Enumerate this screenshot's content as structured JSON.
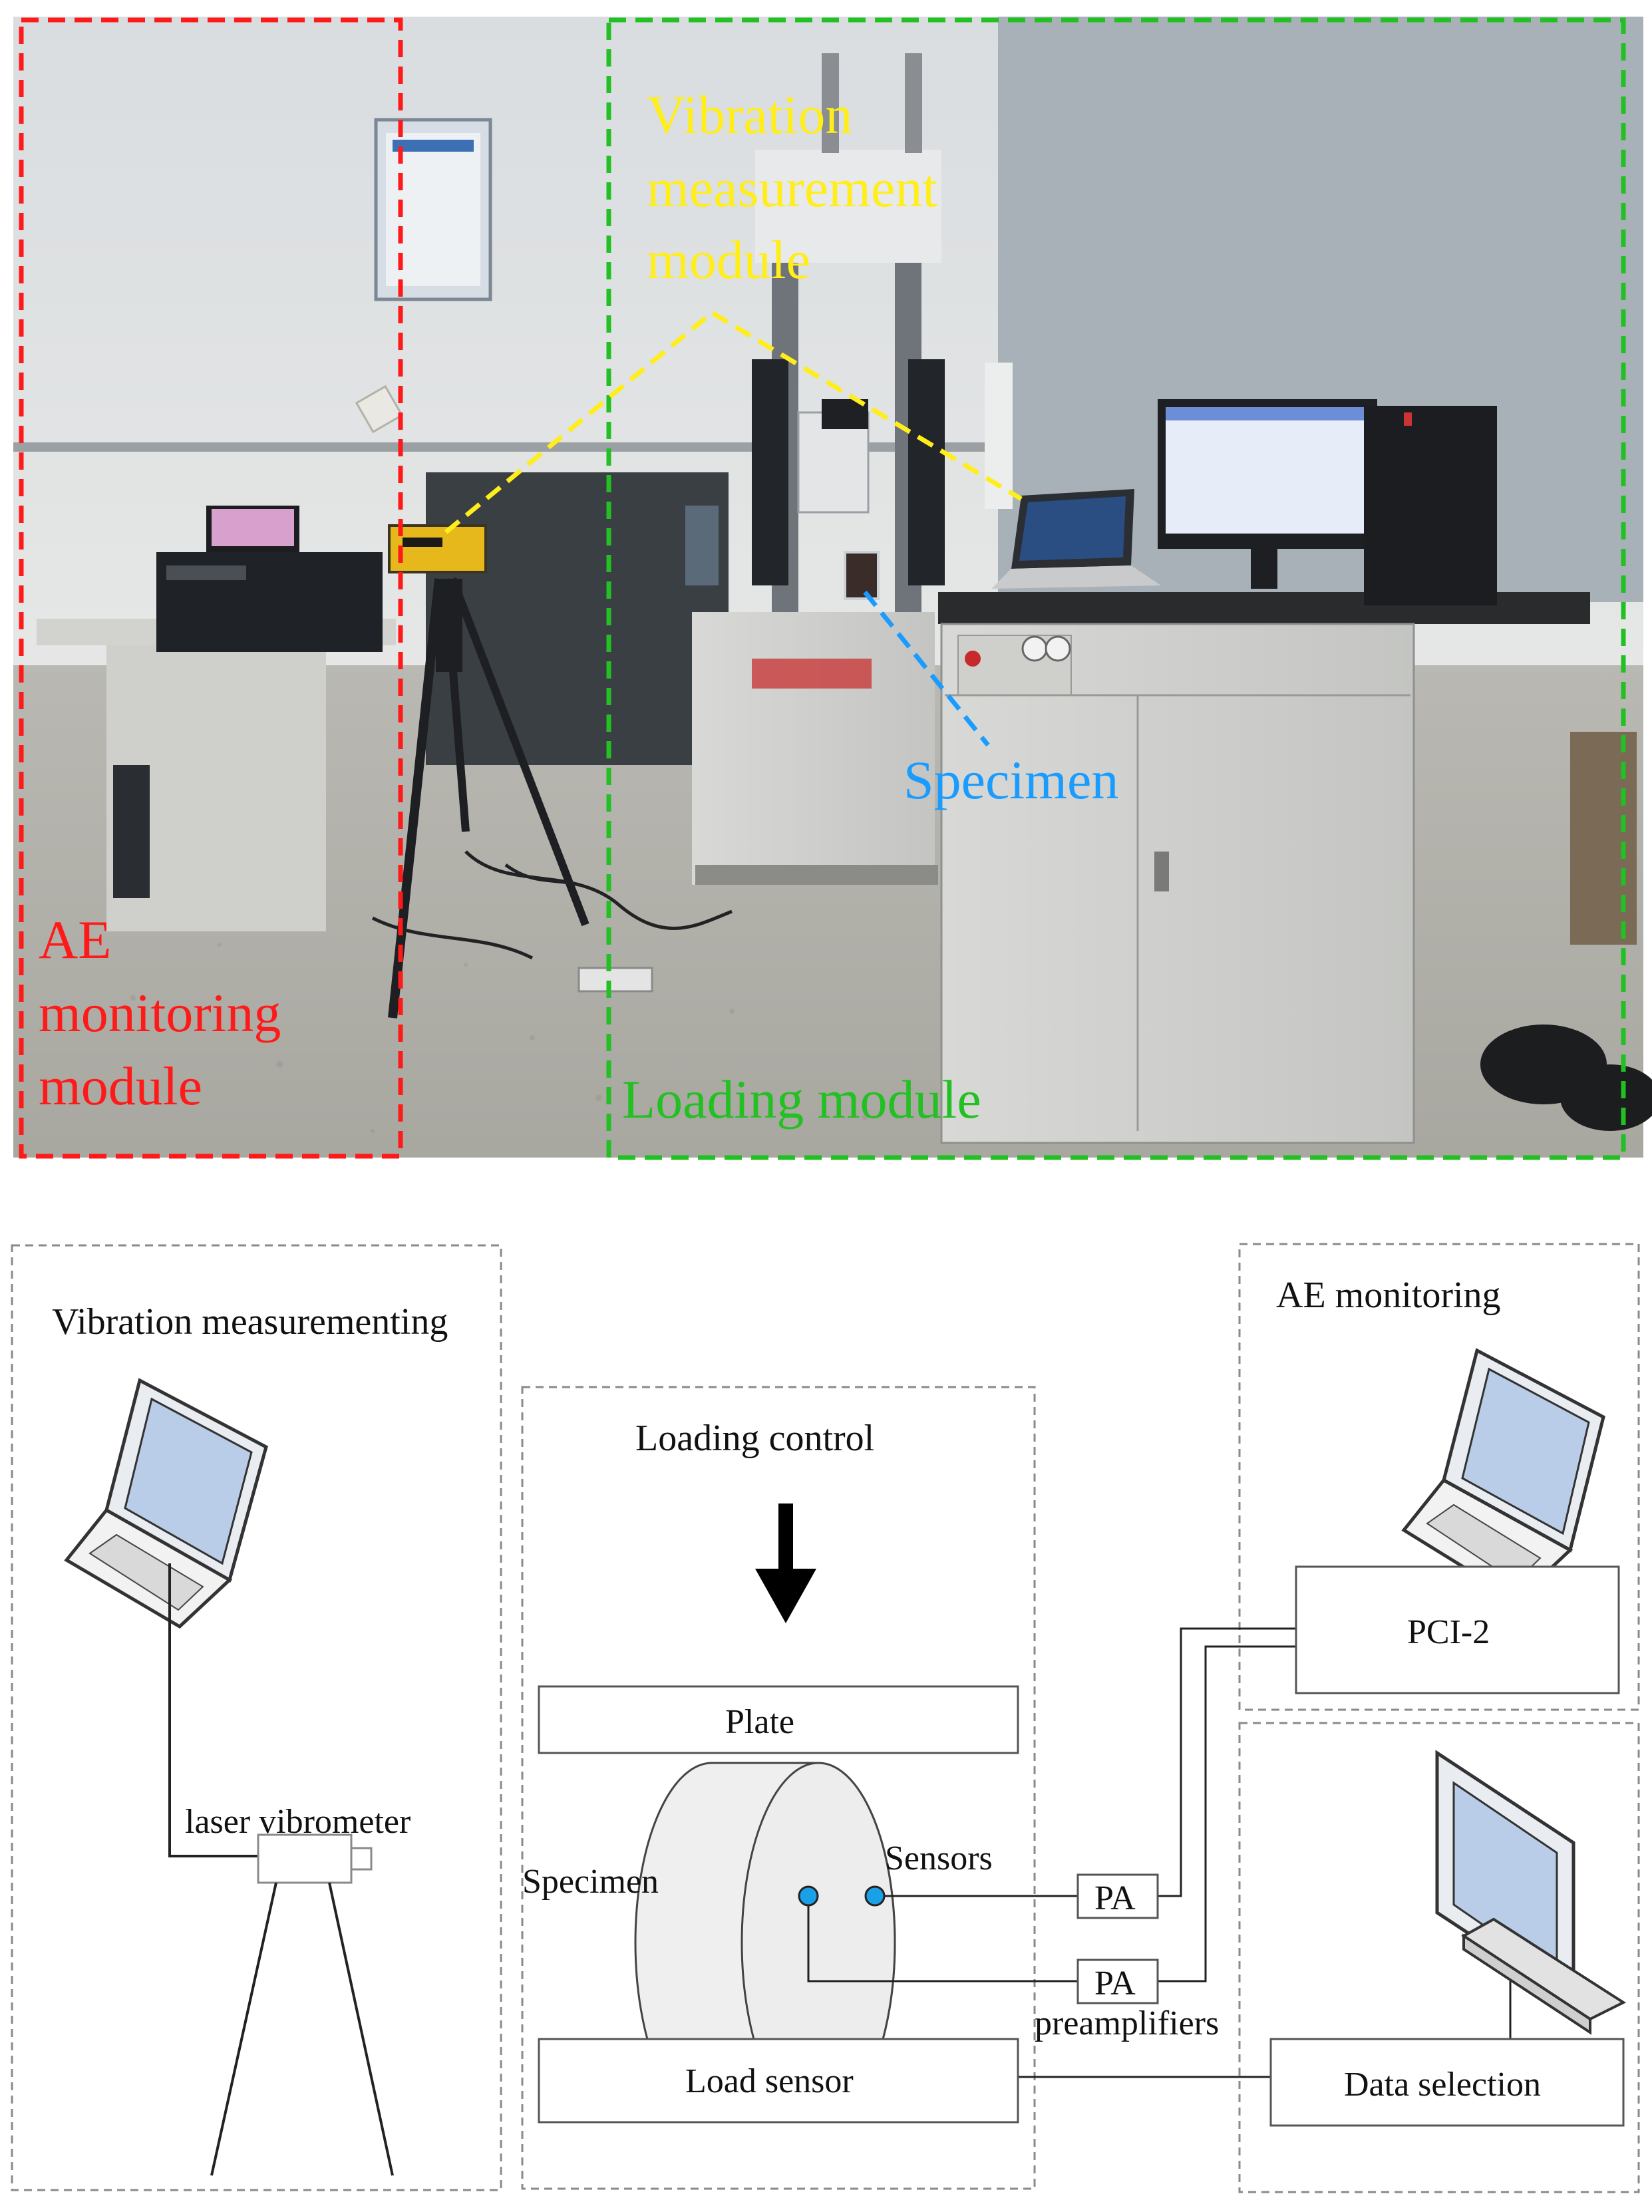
{
  "photo": {
    "ae_label": [
      "AE",
      "monitoring",
      "module"
    ],
    "vibration_label": [
      "Vibration",
      "measurement",
      "module"
    ],
    "specimen_label": "Specimen",
    "loading_label": "Loading module",
    "colors": {
      "ae": "#ff1a1a",
      "vibration": "#ffee1a",
      "specimen": "#1a9cff",
      "loading": "#22c022"
    }
  },
  "diagram": {
    "vibration_title": "Vibration measurementing",
    "laser_label": "laser vibrometer",
    "loading_title": "Loading control",
    "plate_label": "Plate",
    "specimen_label": "Specimen",
    "sensors_label": "Sensors",
    "pa1_label": "PA",
    "pa2_label": "PA",
    "preamp_label": "preamplifiers",
    "load_sensor_label": "Load sensor",
    "ae_title": "AE monitoring",
    "pci_label": "PCI-2",
    "data_label": "Data selection",
    "sensor_color": "#1aa0e6"
  }
}
